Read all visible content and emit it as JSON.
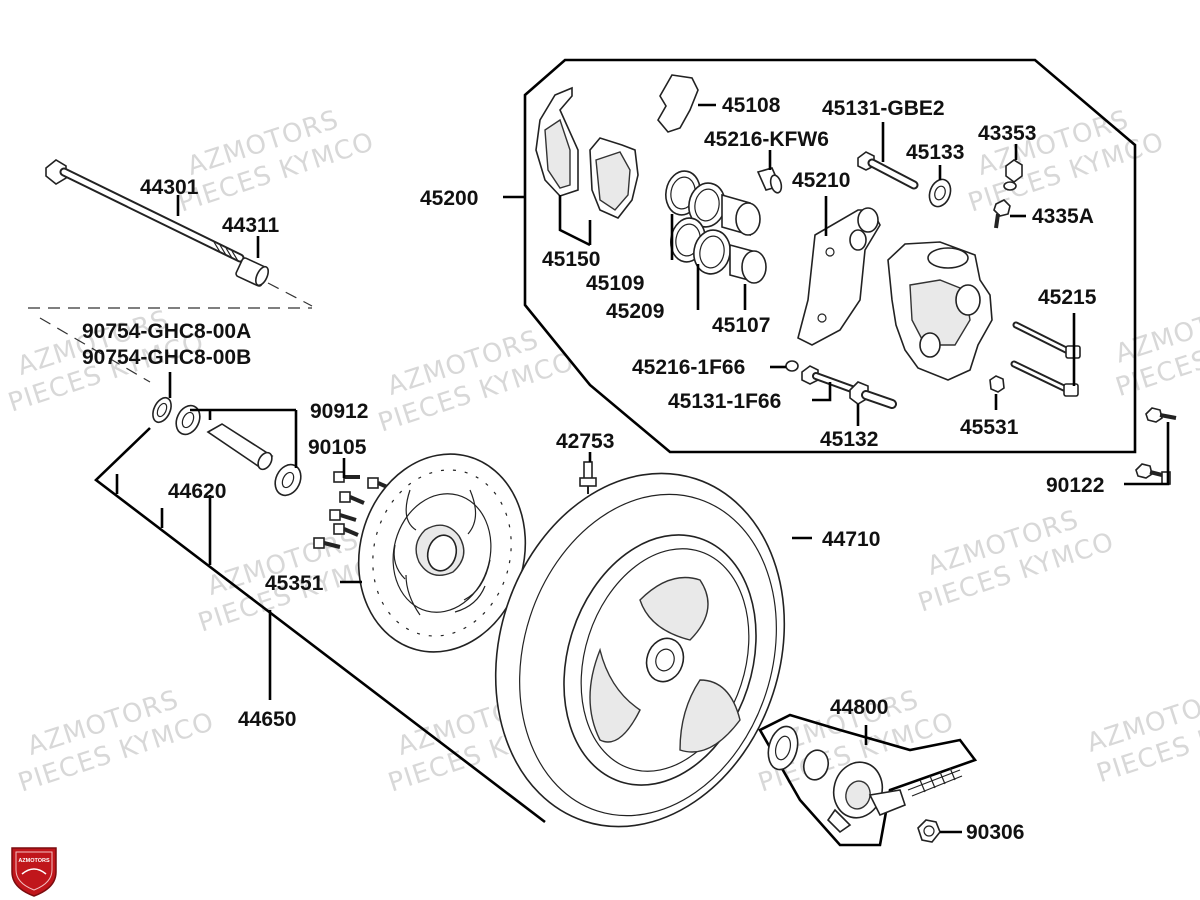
{
  "watermark": {
    "line1": "AZMOTORS",
    "line2": "PIECES KYMCO"
  },
  "logo": {
    "text": "AZMOTORS",
    "color": "#c0161b"
  },
  "parts": [
    {
      "id": "p44301",
      "code": "44301"
    },
    {
      "id": "p44311",
      "code": "44311"
    },
    {
      "id": "p90754a",
      "code": "90754-GHC8-00A"
    },
    {
      "id": "p90754b",
      "code": "90754-GHC8-00B"
    },
    {
      "id": "p90912",
      "code": "90912"
    },
    {
      "id": "p90105",
      "code": "90105"
    },
    {
      "id": "p44620",
      "code": "44620"
    },
    {
      "id": "p45351",
      "code": "45351"
    },
    {
      "id": "p44650",
      "code": "44650"
    },
    {
      "id": "p42753",
      "code": "42753"
    },
    {
      "id": "p44710",
      "code": "44710"
    },
    {
      "id": "p44800",
      "code": "44800"
    },
    {
      "id": "p90306",
      "code": "90306"
    },
    {
      "id": "p90122",
      "code": "90122"
    },
    {
      "id": "p45200",
      "code": "45200"
    },
    {
      "id": "p45150",
      "code": "45150"
    },
    {
      "id": "p45108",
      "code": "45108"
    },
    {
      "id": "p45216k",
      "code": "45216-KFW6"
    },
    {
      "id": "p45131g",
      "code": "45131-GBE2"
    },
    {
      "id": "p45133",
      "code": "45133"
    },
    {
      "id": "p43353",
      "code": "43353"
    },
    {
      "id": "p4335a",
      "code": "4335A"
    },
    {
      "id": "p45210",
      "code": "45210"
    },
    {
      "id": "p45109",
      "code": "45109"
    },
    {
      "id": "p45209",
      "code": "45209"
    },
    {
      "id": "p45107",
      "code": "45107"
    },
    {
      "id": "p45215",
      "code": "45215"
    },
    {
      "id": "p45216f",
      "code": "45216-1F66"
    },
    {
      "id": "p45131f",
      "code": "45131-1F66"
    },
    {
      "id": "p45132",
      "code": "45132"
    },
    {
      "id": "p45531",
      "code": "45531"
    }
  ]
}
